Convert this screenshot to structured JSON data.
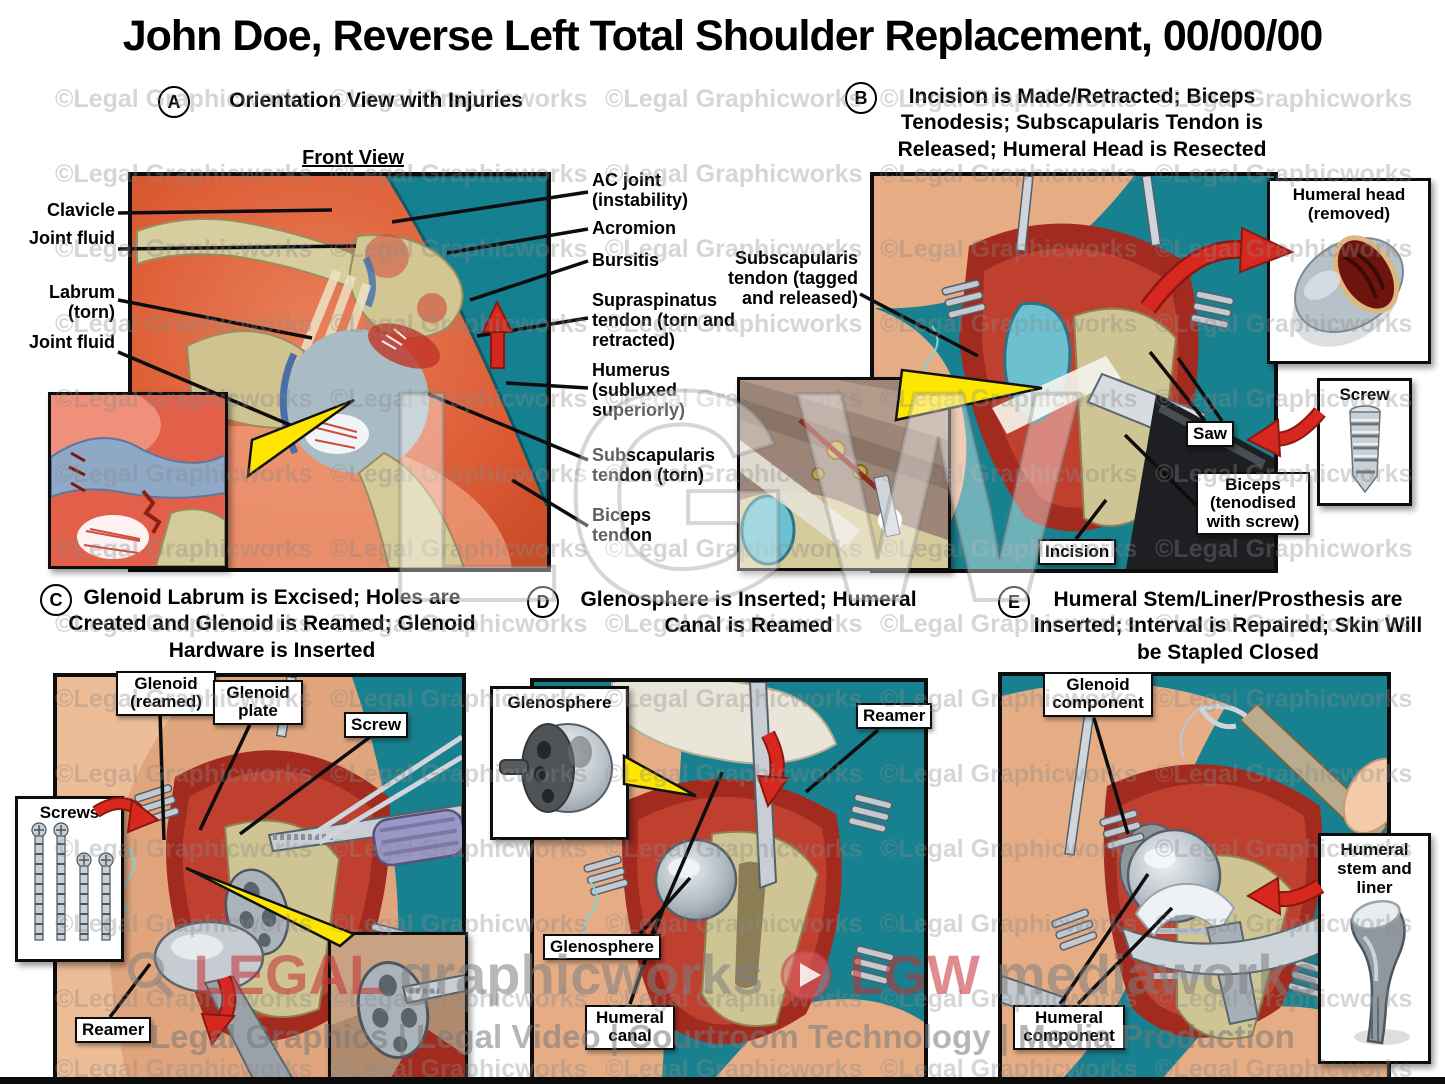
{
  "title": "John Doe, Reverse Left Total Shoulder Replacement, 00/00/00",
  "watermark": {
    "tile_text": "©Legal Graphicworks",
    "center_text": "LGW",
    "brand": {
      "legal": "LEGAL",
      "graphicworks": "graphicworks",
      "lgw": "LGW",
      "mediaworks": "mediaworks"
    },
    "services_line": "Legal Graphics | Legal Video | Courtroom Technology | Media Production"
  },
  "panels": {
    "a": {
      "letter": "A",
      "title": "Orientation View with Injuries",
      "view_label": "Front View",
      "left_labels": [
        "Clavicle",
        "Joint fluid",
        "Labrum (torn)",
        "Joint fluid"
      ],
      "right_labels": [
        "AC joint (instability)",
        "Acromion",
        "Bursitis",
        "Supraspinatus tendon (torn and retracted)",
        "Humerus (subluxed superiorly)",
        "Subscapularis tendon (torn)",
        "Biceps tendon"
      ]
    },
    "b": {
      "letter": "B",
      "title": "Incision is Made/Retracted; Biceps Tenodesis; Subscapularis Tendon is Released; Humeral Head is Resected",
      "labels": {
        "subscapularis": "Subscapularis tendon (tagged and released)",
        "humeral_head_inset": "Humeral head (removed)",
        "screw_inset": "Screw",
        "saw": "Saw",
        "biceps": "Biceps (tenodised with screw)",
        "incision": "Incision"
      }
    },
    "c": {
      "letter": "C",
      "title": "Glenoid Labrum is Excised; Holes are Created and Glenoid is Reamed; Glenoid Hardware is Inserted",
      "labels": {
        "glenoid_reamed": "Glenoid (reamed)",
        "glenoid_plate": "Glenoid plate",
        "screw": "Screw",
        "screws_inset": "Screws",
        "reamer": "Reamer"
      }
    },
    "d": {
      "letter": "D",
      "title": "Glenosphere is Inserted; Humeral Canal is Reamed",
      "labels": {
        "glenosphere_inset": "Glenosphere",
        "reamer": "Reamer",
        "glenosphere": "Glenosphere",
        "humeral_canal": "Humeral canal"
      }
    },
    "e": {
      "letter": "E",
      "title": "Humeral Stem/Liner/Prosthesis are Inserted; Interval is Repaired; Skin Will be Stapled Closed",
      "labels": {
        "glenoid_component": "Glenoid component",
        "humeral_stem_liner": "Humeral stem and liner",
        "humeral_component": "Humeral component"
      }
    }
  },
  "colors": {
    "arrow_red": "#d6281f",
    "pointer_yellow": "#ffe600",
    "drape_teal": "#1b8695",
    "field_orange": "#d85c36"
  }
}
